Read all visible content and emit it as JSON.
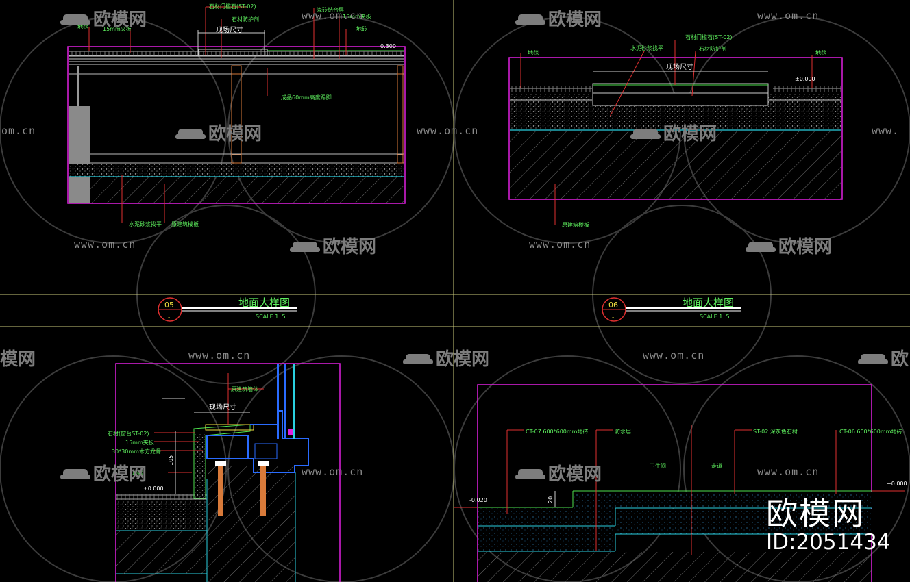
{
  "watermark": {
    "url": "www.om.cn",
    "url_partial_left": "om.cn",
    "url_partial_right": "www.",
    "brand": "欧模网",
    "brand_partial": "模网",
    "brand_partial_right": "欧",
    "id": "ID:2051434"
  },
  "panel1": {
    "labels": {
      "tl1": "石材门槛石(ST-02)",
      "tl2": "石材防护剂",
      "tl3": "瓷砖结合层",
      "tl4": "15mm夹板",
      "tl5": "地毯",
      "tl6": "15mm夹板",
      "tl7": "地砖",
      "site": "现场尺寸",
      "elev": "0.300",
      "mid": "成品60mm高度踢脚",
      "bl1": "水泥砂浆找平",
      "bl2": "原建筑楼板"
    }
  },
  "panel2": {
    "labels": {
      "a": "石材门槛石(ST-02)",
      "b": "水泥砂浆找平",
      "c": "石材防护剂",
      "d": "地毯",
      "e": "地毯",
      "site": "现场尺寸",
      "elev": "±0.000",
      "bottom": "原建筑楼板"
    }
  },
  "titles": [
    {
      "num": "05",
      "sub": "-",
      "title": "地面大样图",
      "scale": "SCALE 1: 5"
    },
    {
      "num": "06",
      "sub": "-",
      "title": "地面大样图",
      "scale": "SCALE 1: 5"
    }
  ],
  "panel3": {
    "labels": {
      "top": "原建筑墙体",
      "site": "现场尺寸",
      "l1": "石材(窗台ST-02)",
      "l2": "15mm夹板",
      "l3": "30*30mm木方龙骨",
      "l4": "地毯",
      "dim": "105",
      "elev": "±0.000"
    }
  },
  "panel4": {
    "labels": {
      "ct07": "CT-07  600*600mm地砖",
      "fs": "防水层",
      "st02": "ST-02  深灰色石材",
      "ct06": "CT-06  600*600mm地砖",
      "room1": "卫生间",
      "room2": "走道",
      "elev_l": "-0.020",
      "elev_r": "+0.000",
      "dim": "20"
    }
  }
}
